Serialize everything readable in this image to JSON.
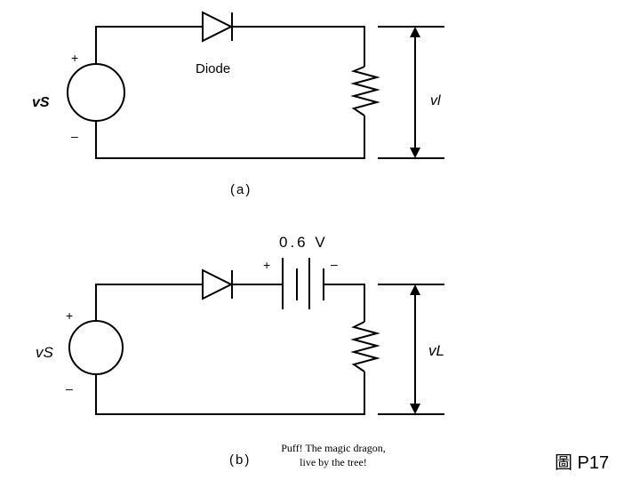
{
  "circuit_a": {
    "source_label": "vS",
    "source_plus": "+",
    "source_minus": "–",
    "diode_label": "Diode",
    "load_voltage_label": "vl",
    "caption": "(a)"
  },
  "circuit_b": {
    "source_label": "vS",
    "source_plus": "+",
    "source_minus": "–",
    "battery_label": "0.6 V",
    "battery_plus": "+",
    "battery_minus": "–",
    "load_voltage_label": "vL",
    "caption": "(b)"
  },
  "overlay_caption": {
    "line1": "Puff! The magic dragon,",
    "line2": "live by the tree!"
  },
  "figure_label": "圖 P17"
}
